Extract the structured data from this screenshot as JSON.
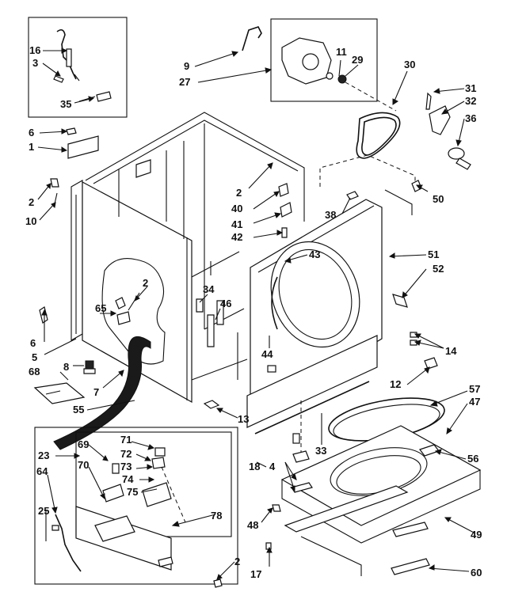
{
  "callouts": [
    {
      "id": "c16",
      "text": "16"
    },
    {
      "id": "c3",
      "text": "3"
    },
    {
      "id": "c35",
      "text": "35"
    },
    {
      "id": "c6a",
      "text": "6"
    },
    {
      "id": "c1",
      "text": "1"
    },
    {
      "id": "c2a",
      "text": "2"
    },
    {
      "id": "c10",
      "text": "10"
    },
    {
      "id": "c9",
      "text": "9"
    },
    {
      "id": "c27",
      "text": "27"
    },
    {
      "id": "c11",
      "text": "11"
    },
    {
      "id": "c29",
      "text": "29"
    },
    {
      "id": "c30",
      "text": "30"
    },
    {
      "id": "c31",
      "text": "31"
    },
    {
      "id": "c32",
      "text": "32"
    },
    {
      "id": "c36",
      "text": "36"
    },
    {
      "id": "c2b",
      "text": "2"
    },
    {
      "id": "c40",
      "text": "40"
    },
    {
      "id": "c41",
      "text": "41"
    },
    {
      "id": "c42",
      "text": "42"
    },
    {
      "id": "c38",
      "text": "38"
    },
    {
      "id": "c50",
      "text": "50"
    },
    {
      "id": "c43",
      "text": "43"
    },
    {
      "id": "c51",
      "text": "51"
    },
    {
      "id": "c52",
      "text": "52"
    },
    {
      "id": "c2c",
      "text": "2"
    },
    {
      "id": "c65",
      "text": "65"
    },
    {
      "id": "c34",
      "text": "34"
    },
    {
      "id": "c46",
      "text": "46"
    },
    {
      "id": "c6b",
      "text": "6"
    },
    {
      "id": "c5",
      "text": "5"
    },
    {
      "id": "c8",
      "text": "8"
    },
    {
      "id": "c68",
      "text": "68"
    },
    {
      "id": "c7",
      "text": "7"
    },
    {
      "id": "c55",
      "text": "55"
    },
    {
      "id": "c44",
      "text": "44"
    },
    {
      "id": "c14",
      "text": "14"
    },
    {
      "id": "c12",
      "text": "12"
    },
    {
      "id": "c57",
      "text": "57"
    },
    {
      "id": "c47",
      "text": "47"
    },
    {
      "id": "c13",
      "text": "13"
    },
    {
      "id": "c23",
      "text": "23"
    },
    {
      "id": "c69",
      "text": "69"
    },
    {
      "id": "c71",
      "text": "71"
    },
    {
      "id": "c72",
      "text": "72"
    },
    {
      "id": "c73",
      "text": "73"
    },
    {
      "id": "c70",
      "text": "70"
    },
    {
      "id": "c74",
      "text": "74"
    },
    {
      "id": "c75",
      "text": "75"
    },
    {
      "id": "c64",
      "text": "64"
    },
    {
      "id": "c18",
      "text": "18"
    },
    {
      "id": "c4",
      "text": "4"
    },
    {
      "id": "c33",
      "text": "33"
    },
    {
      "id": "c56",
      "text": "56"
    },
    {
      "id": "c25",
      "text": "25"
    },
    {
      "id": "c78",
      "text": "78"
    },
    {
      "id": "c48",
      "text": "48"
    },
    {
      "id": "c49",
      "text": "49"
    },
    {
      "id": "c2d",
      "text": "2"
    },
    {
      "id": "c17",
      "text": "17"
    },
    {
      "id": "c60",
      "text": "60"
    }
  ]
}
